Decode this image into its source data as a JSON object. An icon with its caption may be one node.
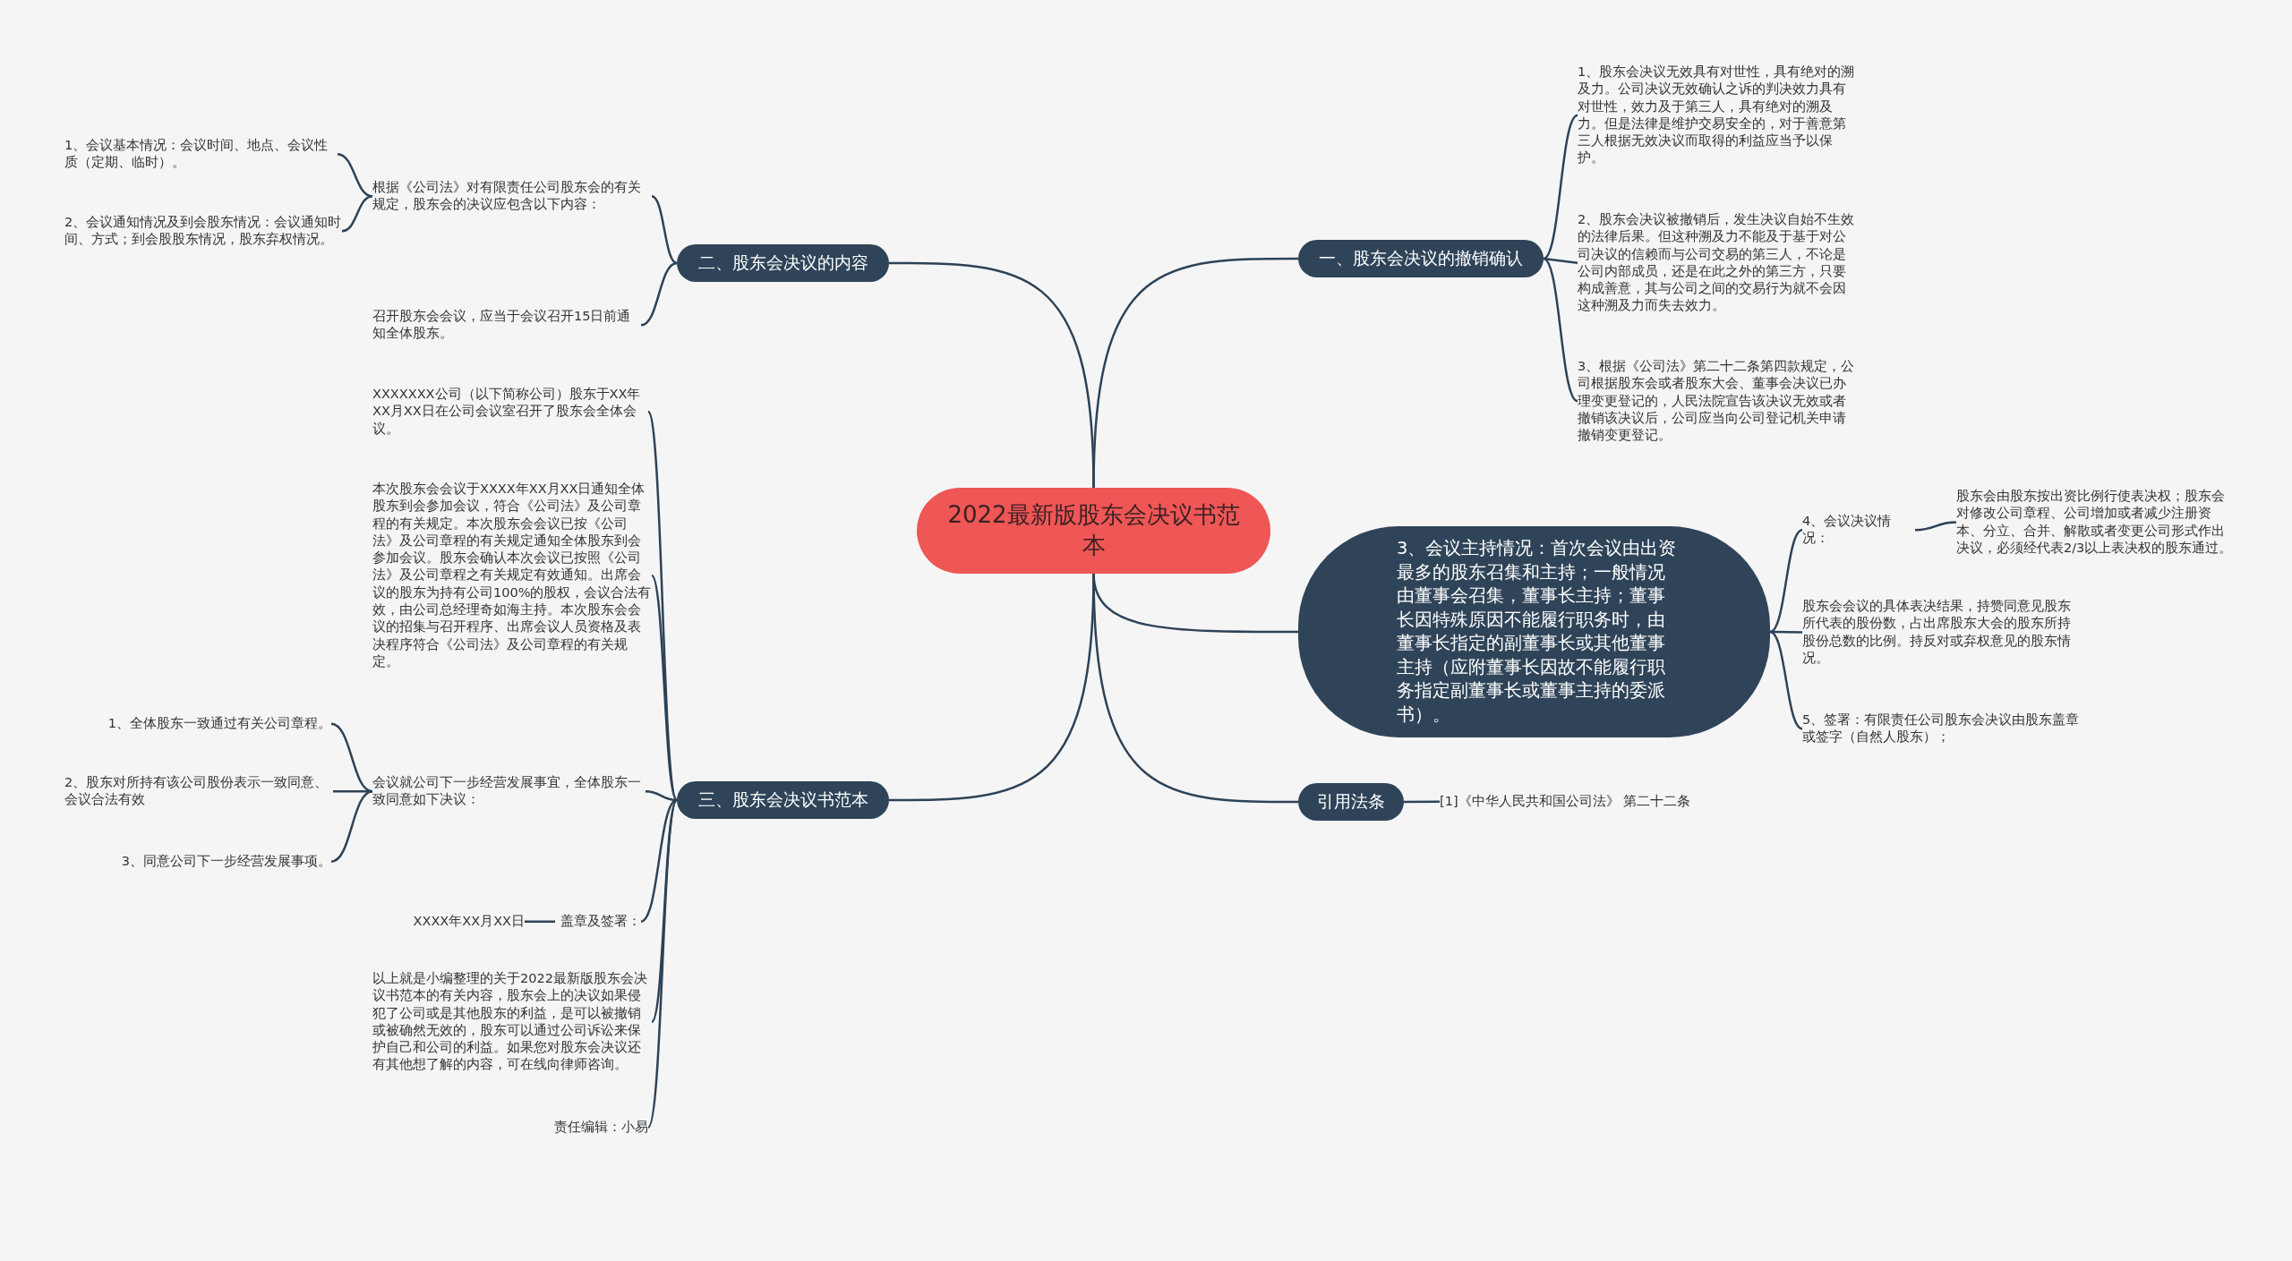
{
  "diagram": {
    "nodes": [
      {
        "text": [
          "2022最新版股东会决议书范本"
        ]
      },
      {
        "text": [
          "二、股东会决议的内容"
        ]
      },
      {
        "text": [
          "根据《公司法》对有限责任公司股东会的有关规定，股东会的决议应包含以下内容："
        ]
      },
      {
        "text": [
          "1、会议基本情况：会议时间、地点、会议性质（定期、临时）。"
        ]
      },
      {
        "text": [
          "2、会议通知情况及到会股东情况：会议通知时间、方式；到会股股东情况，股东弃权情况。"
        ]
      },
      {
        "text": [
          "召开股东会会议，应当于会议召开15日前通知全体股东。"
        ]
      },
      {
        "text": [
          "三、股东会决议书范本"
        ]
      },
      {
        "text": [
          "XXXXXXX公司（以下简称公司）股东于XX年XX月XX日在公司会议室召开了股东会全体会议。"
        ]
      },
      {
        "text": [
          "本次股东会会议于XXXX年XX月XX日通知全体股东到会参加会议，符合《公司法》及公司章程的有关规定。本次股东会会议已按《公司法》及公司章程的有关规定通知全体股东到会参加会议。股东会确认本次会议已按照《公司法》及公司章程之有关规定有效通知。出席会议的股东为持有公司100%的股权，会议合法有效，由公司总经理奇如海主持。本次股东会会议的招集与召开程序、出席会议人员资格及表决程序符合《公司法》及公司章程的有关规定。"
        ]
      },
      {
        "text": [
          "会议就公司下一步经营发展事宜，全体股东一致同意如下决议："
        ]
      },
      {
        "text": [
          "1、全体股东一致通过有关公司章程。"
        ]
      },
      {
        "text": [
          "2、股东对所持有该公司股份表示一致同意、会议合法有效"
        ]
      },
      {
        "text": [
          "3、同意公司下一步经营发展事项。"
        ]
      },
      {
        "text": [
          "盖章及签署："
        ]
      },
      {
        "text": [
          "XXXX年XX月XX日"
        ]
      },
      {
        "text": [
          "以上就是小编整理的关于2022最新版股东会决议书范本的有关内容，股东会上的决议如果侵犯了公司或是其他股东的利益，是可以被撤销或被确然无效的，股东可以通过公司诉讼来保护自己和公司的利益。如果您对股东会决议还有其他想了解的内容，可在线向律师咨询。"
        ]
      },
      {
        "text": [
          "责任编辑：小易"
        ]
      },
      {
        "text": [
          "一、股东会决议的撤销确认"
        ]
      },
      {
        "text": [
          "1、股东会决议无效具有对世性，具有绝对的溯及力。公司决议无效确认之诉的判决效力具有对世性，效力及于第三人，具有绝对的溯及力。但是法律是维护交易安全的，对于善意第三人根据无效决议而取得的利益应当予以保护。"
        ]
      },
      {
        "text": [
          "2、股东会决议被撤销后，发生决议自始不生效的法律后果。但这种溯及力不能及于基于对公司决议的信赖而与公司交易的第三人，不论是公司内部成员，还是在此之外的第三方，只要构成善意，其与公司之间的交易行为就不会因这种溯及力而失去效力。"
        ]
      },
      {
        "text": [
          "3、根据《公司法》第二十二条第四款规定，公司根据股东会或者股东大会、董事会决议已办理变更登记的，人民法院宣告该决议无效或者撤销该决议后，公司应当向公司登记机关申请撤销变更登记。"
        ]
      },
      {
        "text": [
          "3、会议主持情况：首次会议由出资最多的股东召集和主持；一般情况由董事会召集，董事长主持；董事长因特殊原因不能履行职务时，由董事长指定的副董事长或其他董事主持（应附董事长因故不能履行职务指定副董事长或董事主持的委派书）。"
        ]
      },
      {
        "text": [
          "4、会议决议情况："
        ]
      },
      {
        "text": [
          "股东会由股东按出资比例行使表决权；股东会对修改公司章程、公司增加或者减少注册资本、分立、合并、解散或者变更公司形式作出决议，必须经代表2/3以上表决权的股东通过。"
        ]
      },
      {
        "text": [
          "股东会会议的具体表决结果，持赞同意见股东所代表的股份数，占出席股东大会的股东所持股份总数的比例。持反对或弃权意见的股东情况。"
        ]
      },
      {
        "text": [
          "5、签署：有限责任公司股东会决议由股东盖章或签字（自然人股东）；"
        ]
      },
      {
        "text": [
          "引用法条"
        ]
      },
      {
        "text": [
          "[1]《中华人民共和国公司法》 第二十二条"
        ]
      }
    ],
    "edges": [
      {
        "from": 0,
        "to": 1,
        "arrow": "none"
      },
      {
        "from": 1,
        "to": 2,
        "arrow": "none"
      },
      {
        "from": 2,
        "to": 3,
        "arrow": "none"
      },
      {
        "from": 2,
        "to": 4,
        "arrow": "none"
      },
      {
        "from": 1,
        "to": 5,
        "arrow": "none"
      },
      {
        "from": 0,
        "to": 6,
        "arrow": "none"
      },
      {
        "from": 6,
        "to": 7,
        "arrow": "none"
      },
      {
        "from": 6,
        "to": 8,
        "arrow": "none"
      },
      {
        "from": 6,
        "to": 9,
        "arrow": "none"
      },
      {
        "from": 9,
        "to": 10,
        "arrow": "none"
      },
      {
        "from": 9,
        "to": 11,
        "arrow": "none"
      },
      {
        "from": 9,
        "to": 12,
        "arrow": "none"
      },
      {
        "from": 6,
        "to": 13,
        "arrow": "none"
      },
      {
        "from": 13,
        "to": 14,
        "arrow": "none"
      },
      {
        "from": 6,
        "to": 15,
        "arrow": "none"
      },
      {
        "from": 6,
        "to": 16,
        "arrow": "none"
      },
      {
        "from": 0,
        "to": 17,
        "arrow": "none"
      },
      {
        "from": 17,
        "to": 18,
        "arrow": "none"
      },
      {
        "from": 17,
        "to": 19,
        "arrow": "none"
      },
      {
        "from": 17,
        "to": 20,
        "arrow": "none"
      },
      {
        "from": 0,
        "to": 21,
        "arrow": "none"
      },
      {
        "from": 21,
        "to": 22,
        "arrow": "none"
      },
      {
        "from": 22,
        "to": 23,
        "arrow": "none"
      },
      {
        "from": 21,
        "to": 24,
        "arrow": "none"
      },
      {
        "from": 21,
        "to": 25,
        "arrow": "none"
      },
      {
        "from": 0,
        "to": 26,
        "arrow": "none"
      },
      {
        "from": 26,
        "to": 27,
        "arrow": "none"
      }
    ]
  }
}
